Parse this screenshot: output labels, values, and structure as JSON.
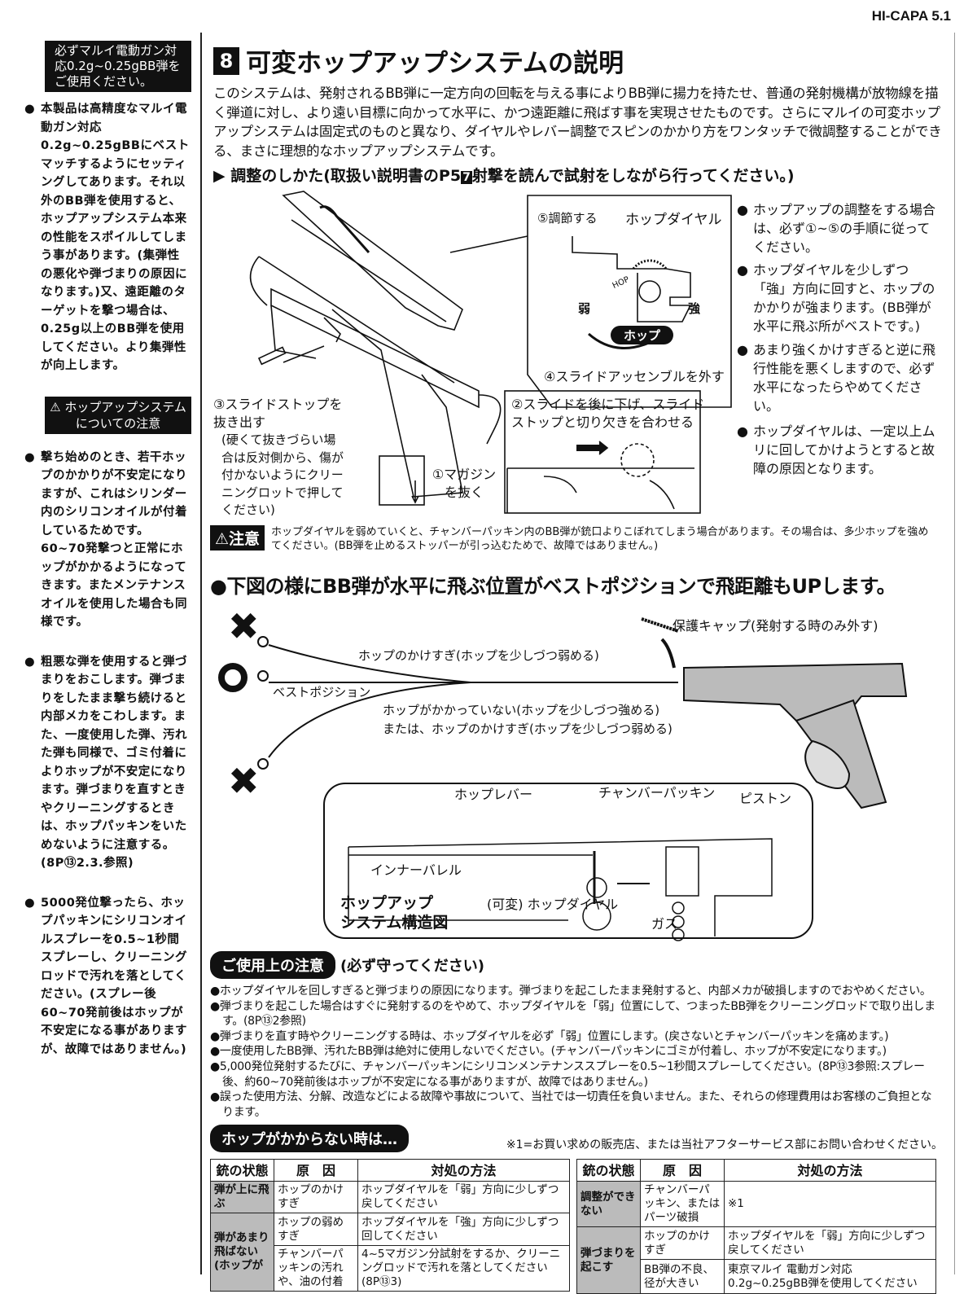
{
  "header": {
    "model": "HI-CAPA 5.1"
  },
  "sidebar": {
    "notice_box": "必ずマルイ電動ガン対応0.2g~0.25gBB弾をご使用ください。",
    "bullet1": "本製品は高精度なマルイ電動ガン対応0.2g~0.25gBBにベストマッチするようにセッティングしてあります。それ以外のBB弾を使用すると、ホップアップシステム本来の性能をスポイルしてしまう事があります。(集弾性の悪化や弾づまりの原因になります。)又、遠距離のターゲットを撃つ場合は、0.25g以上のBB弾を使用してください。より集弾性が向上します。",
    "warning_title": "⚠ ホップアップシステムについての注意",
    "bullet2": "撃ち始めのとき、若干ホップのかかりが不安定になりますが、これはシリンダー内のシリコンオイルが付着しているためです。60~70発撃つと正常にホップがかかるようになってきます。またメンテナンスオイルを使用した場合も同様です。",
    "bullet3": "粗悪な弾を使用すると弾づまりをおこします。弾づまりをしたまま撃ち続けると内部メカをこわします。また、一度使用した弾、汚れた弾も同様で、ゴミ付着によりホップが不安定になります。弾づまりを直すときやクリーニングするときは、ホップパッキンをいためないように注意する。(8P⑬2.3.参照)",
    "bullet4": "5000発位撃ったら、ホップパッキンにシリコンオイルスプレーを0.5~1秒間スプレーし、クリーニングロッドで汚れを落としてください。(スプレー後60~70発前後はホップが不安定になる事がありますが、故障ではありません。)"
  },
  "main": {
    "section_number": "8",
    "title": "可変ホップアップシステムの説明",
    "intro": "このシステムは、発射されるBB弾に一定方向の回転を与える事によりBB弾に揚力を持たせ、普通の発射機構が放物線を描く弾道に対し、より遠い目標に向かって水平に、かつ遠距離に飛ばす事を実現させたものです。さらにマルイの可変ホップアップシステムは固定式のものと異なり、ダイヤルやレバー調整でスピンのかかり方をワンタッチで微調整することができる、まさに理想的なホップアップシステムです。",
    "adjust_heading": "▶ 調整のしかた(取扱い説明書のP5",
    "adjust_ref": "7",
    "adjust_heading_tail": "射撃を読んで試射をしながら行ってください。)",
    "diagram": {
      "step5": "⑤調節する",
      "hop_dial": "ホップダイヤル",
      "hop_mark": "HOP",
      "weak": "弱",
      "strong": "強",
      "hop_badge": "ホップ",
      "step4": "④スライドアッセンブルを外す",
      "step2": "②スライドを後に下げ、スライドストップと切り欠きを合わせる",
      "step3": "③スライドストップを抜き出す",
      "step3_note": "(硬くて抜きづらい場合は反対側から、傷が付かないようにクリーニングロットで押してください)",
      "step1": "①マガジンを抜く"
    },
    "right_bullets": [
      "ホップアップの調整をする場合は、必ず①~⑤の手順に従ってください。",
      "ホップダイヤルを少しずつ「強」方向に回すと、ホップのかかりが強まります。(BB弾が水平に飛ぶ所がベストです。)",
      "あまり強くかけすぎると逆に飛行性能を悪くしますので、必ず水平になったらやめてください。",
      "ホップダイヤルは、一定以上ムリに回してかけようとすると故障の原因となります。"
    ],
    "caution": {
      "badge": "⚠注意",
      "text": "ホップダイヤルを弱めていくと、チャンバーパッキン内のBB弾が銃口よりこぼれてしまう場合があります。その場合は、多少ホップを強めてください。(BB弾を止めるストッパーが引っ込むためで、故障ではありません。)"
    },
    "best_heading": "●下図の様にBB弾が水平に飛ぶ位置がベストポジションで飛距離もUPします。",
    "trajectory": {
      "cap": "保護キャップ(発射する時のみ外す)",
      "over": "ホップのかけすぎ(ホップを少しづつ弱める)",
      "best": "ベストポジション",
      "under1": "ホップがかかっていない(ホップを少しづつ強める)",
      "under2": "または、ホップのかけすぎ(ホップを少しづつ弱める)"
    },
    "structure": {
      "hop_lever": "ホップレバー",
      "chamber": "チャンバーパッキン",
      "piston": "ピストン",
      "inner_barrel": "インナーバレル",
      "dial": "(可変) ホップダイヤル",
      "gas": "ガス",
      "title1": "ホップアップ",
      "title2": "システム構造図"
    }
  },
  "usage": {
    "title": "ご使用上の注意",
    "subtitle": "(必ず守ってください)",
    "items": [
      "●ホップダイヤルを回しすぎると弾づまりの原因になります。弾づまりを起こしたまま発射すると、内部メカが破損しますのでおやめください。",
      "●弾づまりを起こした場合はすぐに発射するのをやめて、ホップダイヤルを「弱」位置にして、つまったBB弾をクリーニングロッドで取り出します。(8P⑬2参照)",
      "●弾づまりを直す時やクリーニングする時は、ホップダイヤルを必ず「弱」位置にします。(戻さないとチャンバーパッキンを痛めます。)",
      "●一度使用したBB弾、汚れたBB弾は絶対に使用しないでください。(チャンバーパッキンにゴミが付着し、ホップが不安定になります。)",
      "●5,000発位発射するたびに、チャンバーパッキンにシリコンメンテナンススプレーを0.5~1秒間スプレーしてください。(8P⑬3参照:スプレー後、約60~70発前後はホップが不安定になる事がありますが、故障ではありません。)",
      "●誤った使用方法、分解、改造などによる故障や事故について、当社では一切責任を負いません。また、それらの修理費用はお客様のご負担となります。"
    ]
  },
  "trouble": {
    "title": "ホップがかからない時は…",
    "note": "※1=お買い求めの販売店、または当社アフターサービス部にお問い合わせください。",
    "headers": [
      "銃の状態",
      "原　因",
      "対処の方法"
    ],
    "left": [
      {
        "state": "弾が上に飛ぶ",
        "cause": "ホップのかけすぎ",
        "fix": "ホップダイヤルを「弱」方向に少しずつ戻してください"
      },
      {
        "state": "弾があまり飛ばない(ホップが",
        "cause": "ホップの弱めすぎ",
        "fix": "ホップダイヤルを「強」方向に少しずつ回してください"
      },
      {
        "cause": "チャンバーパッキンの汚れや、油の付着",
        "fix": "4~5マガジン分試射をするか、クリーニングロッドで汚れを落としてください(8P⑬3)"
      }
    ],
    "right": [
      {
        "state": "調整ができない",
        "cause": "チャンバーパッキン、またはパーツ破損",
        "fix": "※1"
      },
      {
        "state": "弾づまりを起こす",
        "cause": "ホップのかけすぎ",
        "fix": "ホップダイヤルを「弱」方向に少しずつ戻してください"
      },
      {
        "cause": "BB弾の不良、径が大きい",
        "fix": "東京マルイ 電動ガン対応0.2g~0.25gBB弾を使用してください"
      }
    ]
  }
}
